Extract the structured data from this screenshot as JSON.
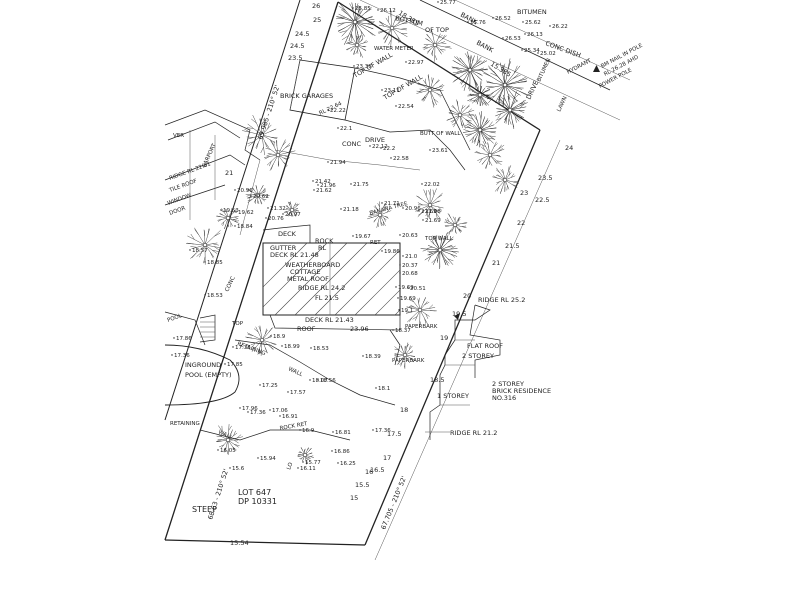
{
  "lot": {
    "number": "LOT 647",
    "dp": "DP 10331",
    "steep": "STEEP"
  },
  "boundaries": {
    "top": "18.385",
    "top_right": "15.385",
    "left_upper": "69.985 - 210° 52'",
    "left_lower": "68.63 - 210° 52'",
    "right": "67.705 - 210° 52'",
    "bottom": "15.54"
  },
  "labels": {
    "bitumen": "BITUMEN",
    "bank_top": "BANK",
    "bottom": "BOTTOM",
    "of_top": "OF TOP",
    "bank": "BANK",
    "conc_dish": "CONC DISH",
    "drive_right": "DRIVE",
    "lawn": "LAWN",
    "bm_nail": "BM NAIL IN POLE",
    "bm_rl": "RL 26.28 AHD",
    "hydrant": "HYDRANT",
    "power_pole": "POWER POLE",
    "water_meter": "WATER METER",
    "bitumen_drive": "BITUMEN",
    "brick_garages": "BRICK GARAGES",
    "garage_rl": "RL 22.64",
    "top_of_wall_1": "TOP OF WALL",
    "top_of_wall_2": "TOP OF WALL",
    "butt_of_wall": "BUTT OF WALL",
    "conc": "CONC",
    "drive": "DRIVE",
    "ver": "VER",
    "carport": "CARPORT",
    "ridge_rl_left": "RIDGE RL 22.61",
    "tile_roof": "TILE ROOF",
    "window": "WINDOW",
    "door": "DOOR",
    "deck": "DECK",
    "rock": "ROCK",
    "gutter": "GUTTER",
    "gutter_rl": "RL",
    "deck_rl_top": "DECK RL 21.48",
    "ret": "RET",
    "banana_tree": "BANANA TREE",
    "top_wall": "TOP WALL",
    "weatherboard": "WEATHERBOARD",
    "cottage": "COTTAGE",
    "metal_roof": "METAL ROOF",
    "ridge_rl": "RIDGE RL 24.2",
    "fl": "FL 21.5",
    "deck_rl_bottom": "DECK RL 21.43",
    "roof": "ROOF",
    "roof_rl": "23.96",
    "conc_left": "CONC",
    "pool": "POOL",
    "retaining": "RETAINING",
    "top": "TOP",
    "wall": "WALL",
    "inground_pool": "INGROUND",
    "pool_empty": "POOL (EMPTY)",
    "retaining_lower": "RETAINING",
    "wall_lower": "WALL",
    "rock_ret": "ROCK RET",
    "lo": "LO",
    "paperbark_1": "PAPERBARK",
    "paperbark_2": "PAPERBARK",
    "ridge_rl_right": "RIDGE RL 25.2",
    "flat_roof": "FLAT ROOF",
    "two_storey_small": "2 STOREY",
    "two_storey": "2 STOREY",
    "brick_residence": "BRICK RESIDENCE",
    "no_316": "NO.316",
    "one_storey": "1 STOREY",
    "ridge_rl_21": "RIDGE RL 21.2"
  },
  "contours": [
    {
      "v": "26"
    },
    {
      "v": "25"
    },
    {
      "v": "24.5"
    },
    {
      "v": "24"
    },
    {
      "v": "23.5"
    },
    {
      "v": "23"
    },
    {
      "v": "22.5"
    },
    {
      "v": "22"
    },
    {
      "v": "21.5"
    },
    {
      "v": "21"
    },
    {
      "v": "20"
    },
    {
      "v": "19.5"
    },
    {
      "v": "19"
    },
    {
      "v": "18.5"
    },
    {
      "v": "18"
    },
    {
      "v": "17.5"
    },
    {
      "v": "17"
    },
    {
      "v": "16.5"
    },
    {
      "v": "16"
    },
    {
      "v": "15.5"
    },
    {
      "v": "15"
    },
    {
      "v": "24.5"
    },
    {
      "v": "23.5"
    },
    {
      "v": "21"
    }
  ],
  "spot_levels": [
    "25.85",
    "26.12",
    "25.77",
    "25.76",
    "26.52",
    "25.62",
    "26.53",
    "26.13",
    "26.22",
    "25.34",
    "25.02",
    "23.36",
    "23.11",
    "22.97",
    "22.54",
    "22.1",
    "22.22",
    "22.12",
    "21.94",
    "22.58",
    "22.2",
    "23.61",
    "21.62",
    "21.96",
    "21.75",
    "22.02",
    "21.71",
    "21.69",
    "20.96",
    "20.62",
    "19.53",
    "19.62",
    "21.32",
    "20.76",
    "20.97",
    "21.42",
    "21.18",
    "19.67",
    "21.69",
    "18.84",
    "18.57",
    "18.85",
    "18.53",
    "17.86",
    "17.35",
    "18.9",
    "17.36",
    "17.85",
    "17.25",
    "18.99",
    "18.53",
    "18.39",
    "18.07",
    "17.57",
    "18.56",
    "17.96",
    "17.36",
    "17.06",
    "16.91",
    "16.05",
    "16.9",
    "16.81",
    "16.86",
    "15.94",
    "15.77",
    "16.11",
    "16.25",
    "17.36",
    "15.6",
    "20.96",
    "19.69",
    "19.1",
    "18.1",
    "20.51",
    "20.68",
    "20.37",
    "21.68",
    "20.63",
    "21.0",
    "19.86",
    "19.69",
    "18.37"
  ]
}
